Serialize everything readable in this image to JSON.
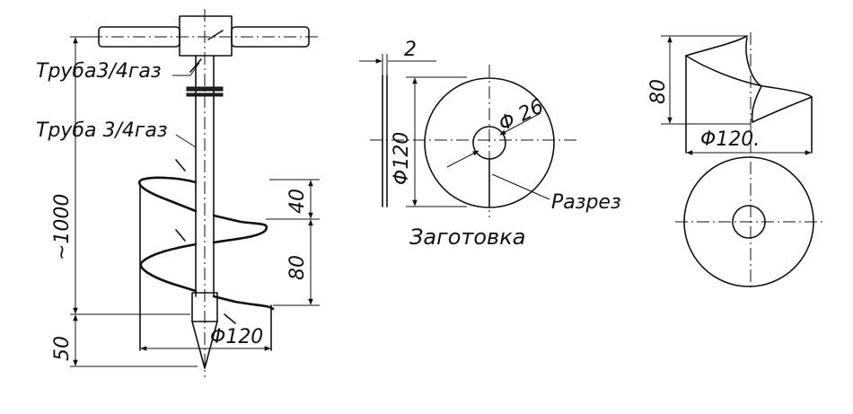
{
  "labels": {
    "pipe_top": "Труба3/4газ",
    "pipe_mid": "Труба 3/4газ",
    "blank": "Заготовка",
    "cut": "Разрез"
  },
  "dimensions": {
    "total_height": "~1000",
    "tip": "50",
    "pitch_40": "40",
    "pitch_80": "80",
    "diam_auger": "Φ120",
    "thickness": "2",
    "diam_blank": "Φ120",
    "diam_hole": "Φ 26",
    "height_spiral": "80",
    "diam_spiral": "Φ120."
  },
  "colors": {
    "ink": "#111111",
    "paper": "#ffffff"
  }
}
